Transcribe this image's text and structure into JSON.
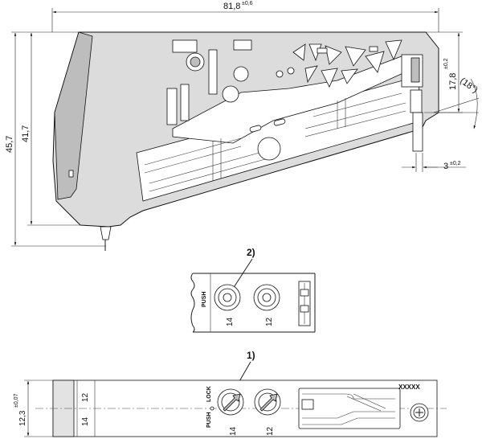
{
  "side_view": {
    "width_value": "81,8",
    "width_tol": "±0,6",
    "height_total": "45,7",
    "height_inner": "41,7",
    "latch_height_value": "17,8",
    "latch_height_tol": "±0,2",
    "angle": "(18°)",
    "offset_value": "3",
    "offset_tol": "±0,2"
  },
  "detail_2": {
    "callout": "2)",
    "push_label": "PUSH",
    "port_a": "14",
    "port_b": "12"
  },
  "detail_1": {
    "callout": "1)",
    "height_value": "12,3",
    "height_tol": "±0,07",
    "lock_label": "LOCK",
    "push_label": "PUSH",
    "left_label_top": "12",
    "left_label_bottom": "14",
    "port_a": "14",
    "port_b": "12",
    "marking": "XXXXX"
  }
}
